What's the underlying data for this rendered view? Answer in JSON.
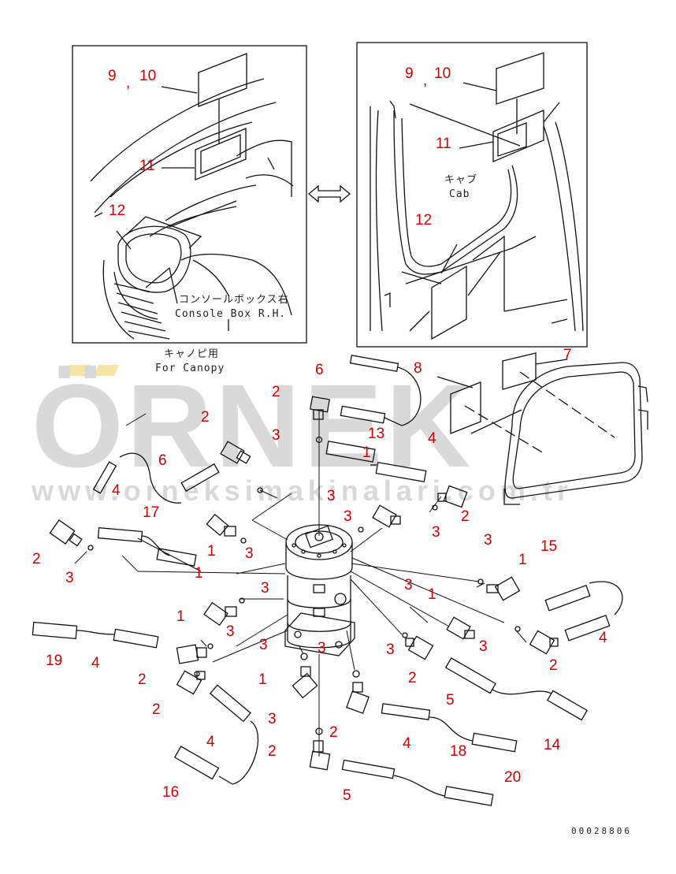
{
  "watermark": {
    "brand": "ÖRNEK",
    "url": "www.orneksimakinalari.com.tr"
  },
  "colors": {
    "callout": "#cc0000",
    "line": "#111111",
    "watermark": "#d9d9d9",
    "dots": "#f6e3a6"
  },
  "captions": {
    "console_jp": "コンソールボックス右",
    "console_en": "Console Box R.H.",
    "canopy_jp": "キャノピ用",
    "canopy_en": "For Canopy",
    "cab_jp": "キャブ",
    "cab_en": "Cab"
  },
  "drawing_code": "00028806",
  "callouts": [
    {
      "id": "c0",
      "text": "9"
    },
    {
      "id": "c1",
      "text": ","
    },
    {
      "id": "c2",
      "text": "10"
    },
    {
      "id": "c3",
      "text": "11"
    },
    {
      "id": "c4",
      "text": "12"
    },
    {
      "id": "c5",
      "text": "9"
    },
    {
      "id": "c6",
      "text": ","
    },
    {
      "id": "c7",
      "text": "10"
    },
    {
      "id": "c8",
      "text": "11"
    },
    {
      "id": "c9",
      "text": "12"
    },
    {
      "id": "c10",
      "text": "6"
    },
    {
      "id": "c11",
      "text": "8"
    },
    {
      "id": "c12",
      "text": "7"
    },
    {
      "id": "c13",
      "text": "2"
    },
    {
      "id": "c14",
      "text": "3"
    },
    {
      "id": "c15",
      "text": "13"
    },
    {
      "id": "c16",
      "text": "2"
    },
    {
      "id": "c17",
      "text": "4"
    },
    {
      "id": "c18",
      "text": "1"
    },
    {
      "id": "c19",
      "text": "6"
    },
    {
      "id": "c20",
      "text": "4"
    },
    {
      "id": "c21",
      "text": "3"
    },
    {
      "id": "c22",
      "text": "17"
    },
    {
      "id": "c23",
      "text": "3"
    },
    {
      "id": "c24",
      "text": "2"
    },
    {
      "id": "c25",
      "text": "1"
    },
    {
      "id": "c26",
      "text": "1"
    },
    {
      "id": "c27",
      "text": "3"
    },
    {
      "id": "c28",
      "text": "2"
    },
    {
      "id": "c29",
      "text": "3"
    },
    {
      "id": "c30",
      "text": "3"
    },
    {
      "id": "c31",
      "text": "1"
    },
    {
      "id": "c32",
      "text": "15"
    },
    {
      "id": "c33",
      "text": "1"
    },
    {
      "id": "c34",
      "text": "3"
    },
    {
      "id": "c35",
      "text": "3"
    },
    {
      "id": "c36",
      "text": "3"
    },
    {
      "id": "c37",
      "text": "1"
    },
    {
      "id": "c38",
      "text": "3"
    },
    {
      "id": "c39",
      "text": "4"
    },
    {
      "id": "c40",
      "text": "19"
    },
    {
      "id": "c41",
      "text": "4"
    },
    {
      "id": "c42",
      "text": "3"
    },
    {
      "id": "c43",
      "text": "3"
    },
    {
      "id": "c44",
      "text": "3"
    },
    {
      "id": "c45",
      "text": "2"
    },
    {
      "id": "c46",
      "text": "2"
    },
    {
      "id": "c47",
      "text": "3"
    },
    {
      "id": "c48",
      "text": "1"
    },
    {
      "id": "c49",
      "text": "2"
    },
    {
      "id": "c50",
      "text": "5"
    },
    {
      "id": "c51",
      "text": "2"
    },
    {
      "id": "c52",
      "text": "3"
    },
    {
      "id": "c53",
      "text": "4"
    },
    {
      "id": "c54",
      "text": "2"
    },
    {
      "id": "c55",
      "text": "4"
    },
    {
      "id": "c56",
      "text": "14"
    },
    {
      "id": "c57",
      "text": "2"
    },
    {
      "id": "c58",
      "text": "18"
    },
    {
      "id": "c59",
      "text": "20"
    },
    {
      "id": "c60",
      "text": "16"
    },
    {
      "id": "c61",
      "text": "5"
    }
  ]
}
